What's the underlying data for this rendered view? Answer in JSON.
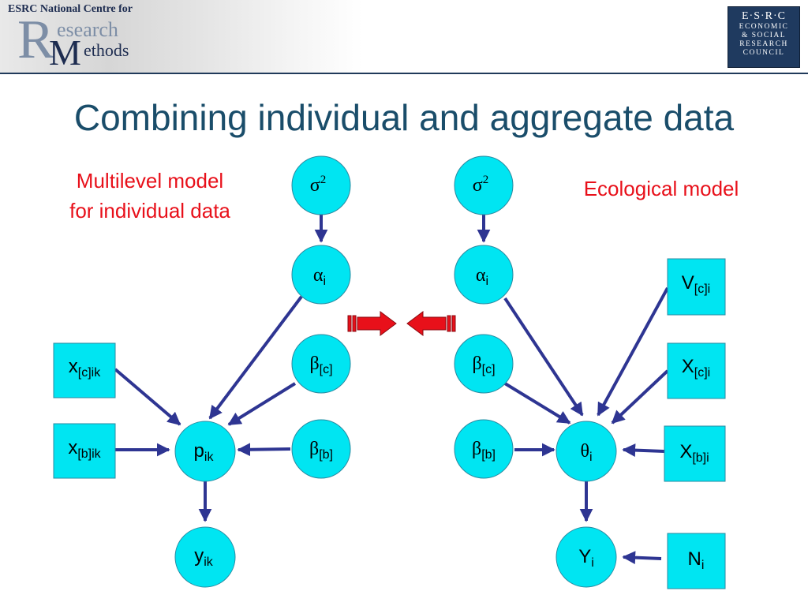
{
  "header": {
    "centre_label": "ESRC National Centre for",
    "logo_R": "R",
    "logo_research": "esearch",
    "logo_M": "M",
    "logo_methods": "ethods",
    "esrc_badge": {
      "top": "E·S·R·C",
      "lines": [
        "ECONOMIC",
        "& SOCIAL",
        "RESEARCH",
        "COUNCIL"
      ]
    }
  },
  "title": "Combining individual and aggregate data",
  "labels": {
    "left_line1": "Multilevel model",
    "left_line2": "for individual data",
    "right": "Ecological model"
  },
  "colors": {
    "node_fill": "#00e5f2",
    "arrow": "#2e3592",
    "title": "#1a4d6a",
    "label": "#e8101a",
    "swap_arrows": "#e8101a"
  },
  "nodes": {
    "left_sigma": {
      "main": "σ",
      "sup": "2"
    },
    "left_alpha": {
      "main": "α",
      "sub": "i"
    },
    "left_beta_c": {
      "main": "β",
      "sub": "[c]"
    },
    "left_beta_b": {
      "main": "β",
      "sub": "[b]"
    },
    "left_p": {
      "main": "p",
      "sub": "ik"
    },
    "left_y": {
      "main": "y",
      "sub": "ik"
    },
    "right_sigma": {
      "main": "σ",
      "sup": "2"
    },
    "right_alpha": {
      "main": "α",
      "sub": "i"
    },
    "right_beta_c": {
      "main": "β",
      "sub": "[c]"
    },
    "right_beta_b": {
      "main": "β",
      "sub": "[b]"
    },
    "right_theta": {
      "main": "θ",
      "sub": "i"
    },
    "right_Y": {
      "main": "Y",
      "sub": "i"
    }
  },
  "boxes": {
    "left_xc": {
      "main": "x",
      "sub": "[c]ik"
    },
    "left_xb": {
      "main": "x",
      "sub": "[b]ik"
    },
    "right_V": {
      "main": "V",
      "sub": "[c]i"
    },
    "right_Xc": {
      "main": "X",
      "sub": "[c]i"
    },
    "right_Xb": {
      "main": "X",
      "sub": "[b]i"
    },
    "right_N": {
      "main": "N",
      "sub": "i"
    }
  }
}
